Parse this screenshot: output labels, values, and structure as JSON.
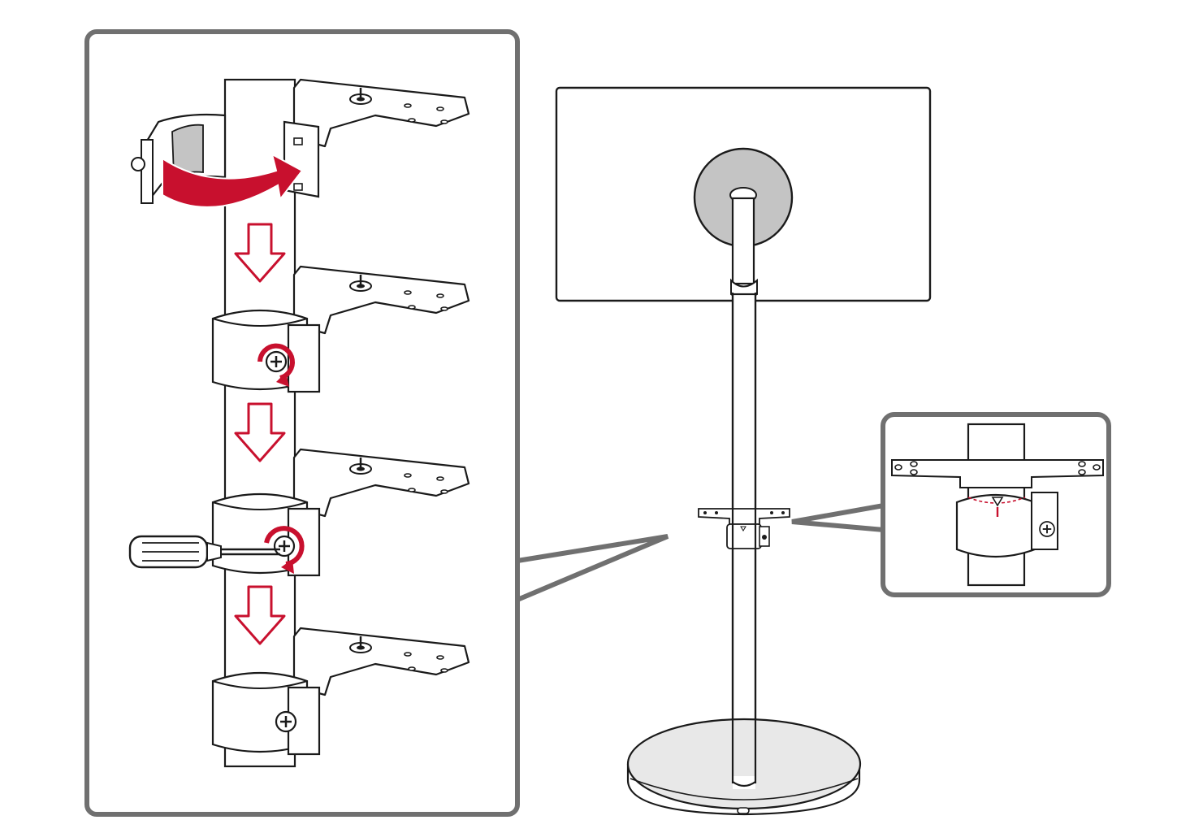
{
  "colors": {
    "line": "#1a1a1a",
    "callout_frame": "#707070",
    "accent": "#c8102e",
    "monitor_plate": "#c4c4c4",
    "base_fill": "#e8e8e8",
    "background": "#ffffff"
  },
  "icons": {
    "arrow_down": "down-arrow-icon",
    "arrow_curved": "curved-arrow-icon",
    "rotate": "rotate-clockwise-icon",
    "screwdriver": "screwdriver-icon",
    "screw": "screw-icon",
    "alignment_mark": "triangle-marker-icon"
  },
  "steps": [
    {
      "id": "wrap-clamp-around-pole",
      "arrow": "curved-arrow-icon"
    },
    {
      "id": "hand-tighten-screw",
      "arrow": "rotate-clockwise-icon"
    },
    {
      "id": "tighten-with-screwdriver",
      "arrow": "rotate-clockwise-icon"
    },
    {
      "id": "assembled-clamp",
      "arrow": ""
    }
  ]
}
